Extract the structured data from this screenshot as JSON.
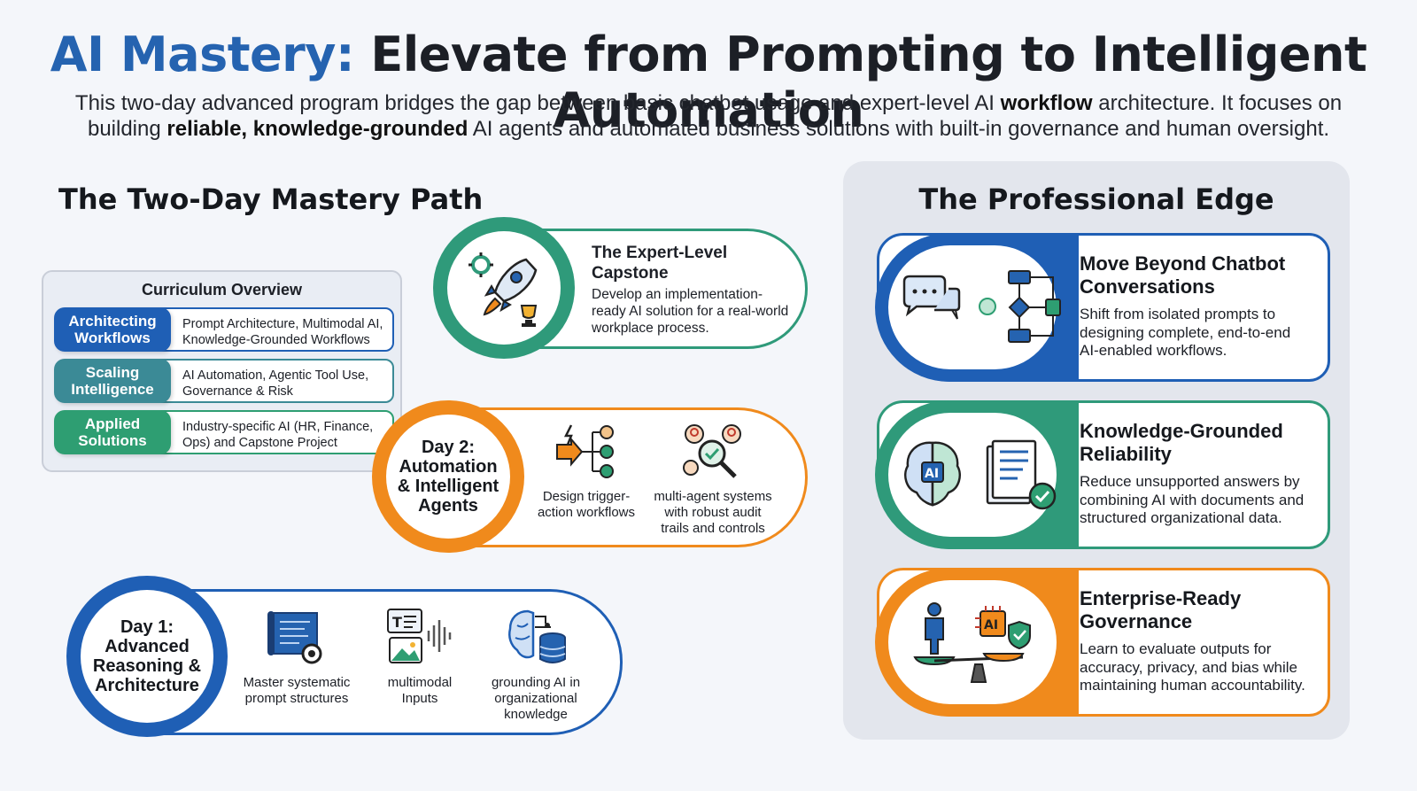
{
  "header": {
    "title_accent": "AI Mastery:",
    "title_rest": " Elevate from Prompting to Intelligent Automation",
    "intro_line1_a": "This two-day advanced program bridges the gap between basic chatbot usage and expert-level AI ",
    "intro_line1_b": "workflow",
    "intro_line1_c": " architecture. It focuses on",
    "intro_line2_a": "building ",
    "intro_line2_b": "reliable, knowledge-grounded",
    "intro_line2_c": " AI agents and automated business solutions with built-in governance and human oversight."
  },
  "mastery_path": {
    "heading": "The Two-Day Mastery Path",
    "curriculum": {
      "title": "Curriculum Overview",
      "rows": [
        {
          "tag": "Architecting Workflows",
          "tag_l1": "Architecting",
          "tag_l2": "Workflows",
          "desc_l1": "Prompt Architecture, Multimodal AI,",
          "desc_l2": "Knowledge-Grounded Workflows",
          "color": "#1f5fb5"
        },
        {
          "tag": "Scaling Intelligence",
          "tag_l1": "Scaling",
          "tag_l2": "Intelligence",
          "desc_l1": "AI Automation, Agentic Tool Use,",
          "desc_l2": "Governance & Risk",
          "color": "#3b8a96"
        },
        {
          "tag": "Applied Solutions",
          "tag_l1": "Applied",
          "tag_l2": "Solutions",
          "desc_l1": "Industry-specific AI (HR, Finance,",
          "desc_l2": "Ops) and Capstone Project",
          "color": "#2e9e72"
        }
      ]
    },
    "capstone": {
      "title_l1": "The Expert-Level",
      "title_l2": "Capstone",
      "desc_l1": "Develop an implementation-",
      "desc_l2": "ready AI solution for a real-world",
      "desc_l3": "workplace process.",
      "color": "#2f9a7a",
      "icon": "rocket-icon"
    },
    "day2": {
      "label_l1": "Day 2:",
      "label_l2": "Automation",
      "label_l3": "& Intelligent",
      "label_l4": "Agents",
      "color": "#f08a1c",
      "items": [
        {
          "icon": "trigger-workflow-icon",
          "l1": "Design trigger-",
          "l2": "action workflows"
        },
        {
          "icon": "multi-agent-icon",
          "l1": "multi-agent systems",
          "l2": "with robust audit",
          "l3": "trails and controls"
        }
      ]
    },
    "day1": {
      "label_l1": "Day 1:",
      "label_l2": "Advanced",
      "label_l3": "Reasoning &",
      "label_l4": "Architecture",
      "color": "#1f5fb5",
      "items": [
        {
          "icon": "blueprint-icon",
          "l1": "Master systematic",
          "l2": "prompt structures"
        },
        {
          "icon": "multimodal-icon",
          "l1": "multimodal",
          "l2": "Inputs"
        },
        {
          "icon": "brain-database-icon",
          "l1": "grounding AI in",
          "l2": "organizational",
          "l3": "knowledge"
        }
      ]
    }
  },
  "professional_edge": {
    "heading": "The Professional Edge",
    "cards": [
      {
        "title_l1": "Move Beyond Chatbot",
        "title_l2": "Conversations",
        "desc_l1": "Shift from isolated prompts to",
        "desc_l2": "designing complete, end-to-end",
        "desc_l3": "AI-enabled workflows.",
        "color": "#1f5fb5",
        "icon": "chat-to-flowchart-icon"
      },
      {
        "title_l1": "Knowledge-Grounded",
        "title_l2": "Reliability",
        "desc_l1": "Reduce unsupported answers by",
        "desc_l2": "combining AI with documents and",
        "desc_l3": "structured organizational data.",
        "color": "#2f9a7a",
        "icon": "ai-brain-documents-icon"
      },
      {
        "title_l1": "Enterprise-Ready",
        "title_l2": "Governance",
        "desc_l1": "Learn to evaluate outputs for",
        "desc_l2": "accuracy, privacy, and bias while",
        "desc_l3": "maintaining human accountability.",
        "color": "#f08a1c",
        "icon": "balance-scale-icon"
      }
    ]
  }
}
